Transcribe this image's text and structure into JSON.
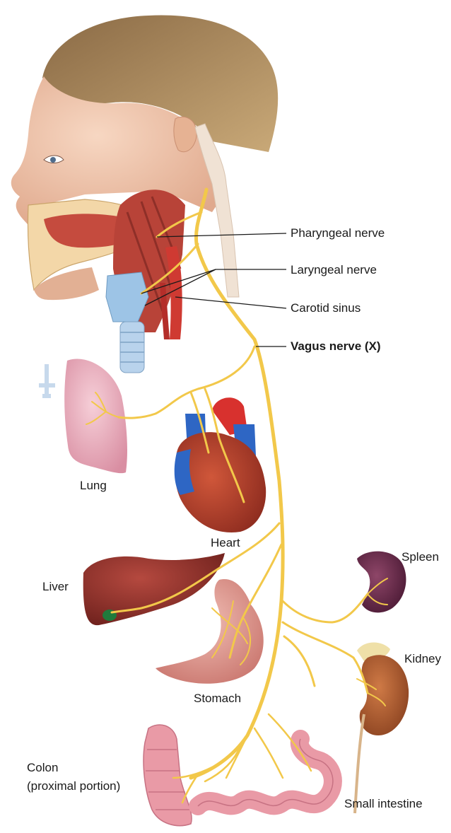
{
  "labels": {
    "pharyngeal": "Pharyngeal nerve",
    "laryngeal": "Laryngeal nerve",
    "carotid": "Carotid sinus",
    "vagus": "Vagus nerve (X)",
    "lung": "Lung",
    "heart": "Heart",
    "liver": "Liver",
    "stomach": "Stomach",
    "spleen": "Spleen",
    "kidney": "Kidney",
    "colon_line1": "Colon",
    "colon_line2": "(proximal portion)",
    "small_intestine": "Small intestine"
  },
  "colors": {
    "nerve": "#f2c84a",
    "skin": "#f3c9b0",
    "hair": "#a07a4c",
    "muscle": "#c0453a",
    "artery": "#d8312e",
    "vein": "#2e66c4",
    "lung": "#efb3c3",
    "liver": "#8f2f2a",
    "stomach": "#e8a6a0",
    "spleen": "#6a2a4e",
    "kidney": "#b35e34",
    "intestine": "#e99aa6",
    "leader_line": "#1a1a1a"
  }
}
